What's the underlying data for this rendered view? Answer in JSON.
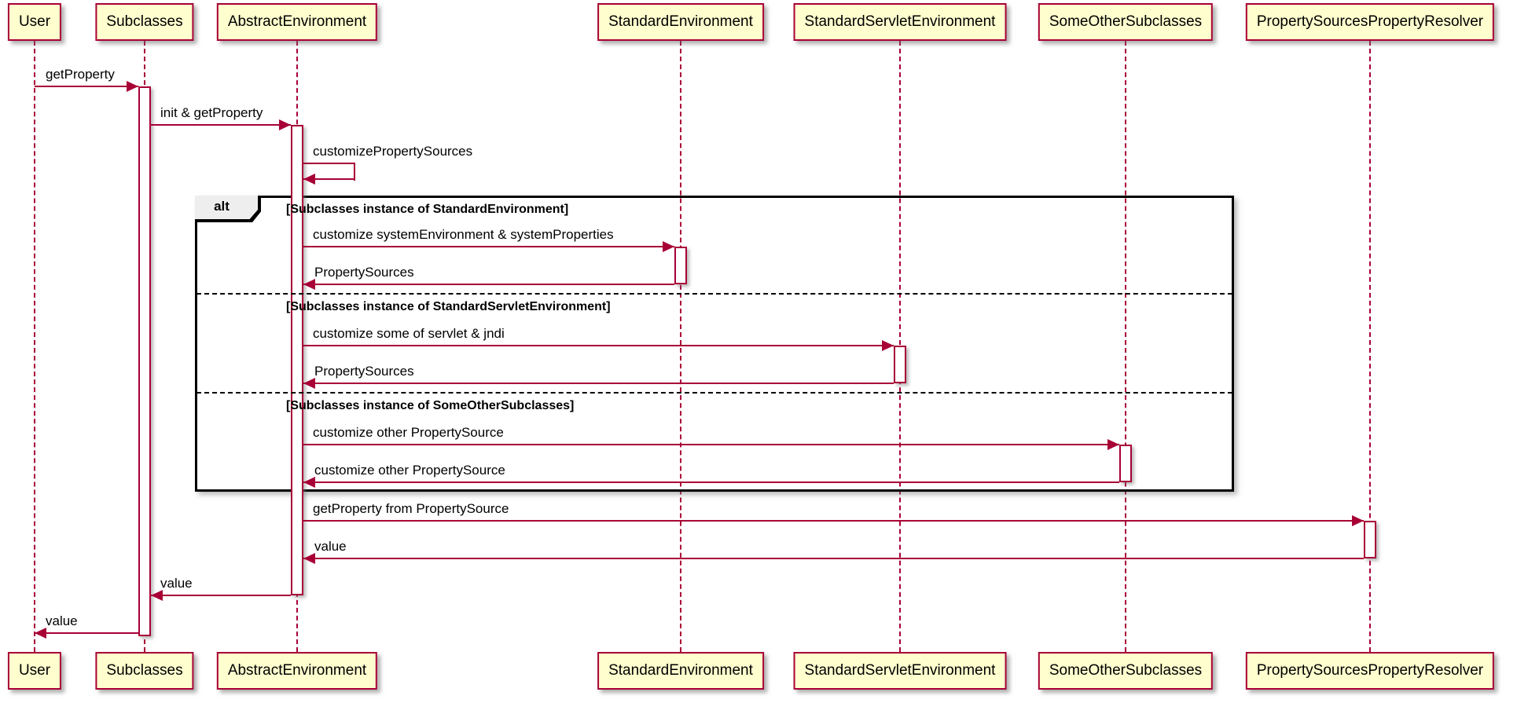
{
  "colors": {
    "accent": "#A80036",
    "participant_fill": "#FEFECE",
    "frame_border": "#000000",
    "alt_label_fill": "#EEEEEE",
    "background": "#FFFFFF"
  },
  "participants": [
    {
      "name": "User"
    },
    {
      "name": "Subclasses"
    },
    {
      "name": "AbstractEnvironment"
    },
    {
      "name": "StandardEnvironment"
    },
    {
      "name": "StandardServletEnvironment"
    },
    {
      "name": "SomeOtherSubclasses"
    },
    {
      "name": "PropertySourcesPropertyResolver"
    }
  ],
  "alt": {
    "label": "alt",
    "guards": [
      "[Subclasses instance of StandardEnvironment]",
      "[Subclasses instance of StandardServletEnvironment]",
      "[Subclasses instance of SomeOtherSubclasses]"
    ]
  },
  "messages": [
    {
      "label": "getProperty",
      "from": "User",
      "to": "Subclasses"
    },
    {
      "label": "init & getProperty",
      "from": "Subclasses",
      "to": "AbstractEnvironment"
    },
    {
      "label": "customizePropertySources",
      "from": "AbstractEnvironment",
      "to": "AbstractEnvironment"
    },
    {
      "label": "customize systemEnvironment & systemProperties",
      "from": "AbstractEnvironment",
      "to": "StandardEnvironment"
    },
    {
      "label": "PropertySources",
      "from": "StandardEnvironment",
      "to": "AbstractEnvironment"
    },
    {
      "label": "customize some of servlet & jndi",
      "from": "AbstractEnvironment",
      "to": "StandardServletEnvironment"
    },
    {
      "label": "PropertySources",
      "from": "StandardServletEnvironment",
      "to": "AbstractEnvironment"
    },
    {
      "label": "customize other PropertySource",
      "from": "AbstractEnvironment",
      "to": "SomeOtherSubclasses"
    },
    {
      "label": "customize other PropertySource",
      "from": "SomeOtherSubclasses",
      "to": "AbstractEnvironment"
    },
    {
      "label": "getProperty from PropertySource",
      "from": "AbstractEnvironment",
      "to": "PropertySourcesPropertyResolver"
    },
    {
      "label": "value",
      "from": "PropertySourcesPropertyResolver",
      "to": "AbstractEnvironment"
    },
    {
      "label": "value",
      "from": "AbstractEnvironment",
      "to": "Subclasses"
    },
    {
      "label": "value",
      "from": "Subclasses",
      "to": "User"
    }
  ]
}
